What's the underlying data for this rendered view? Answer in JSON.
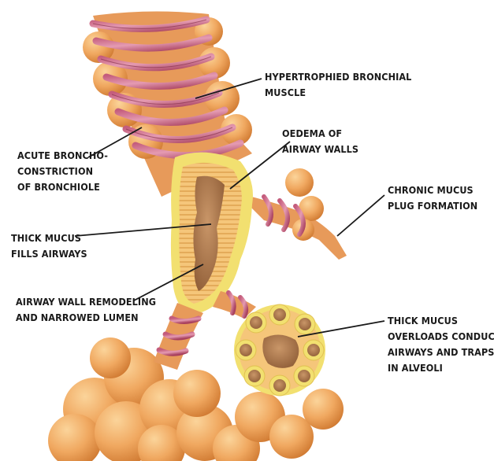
{
  "labels": {
    "hypertrophied_muscle": [
      "HYPERTROPHIED BRONCHIAL",
      "MUSCLE"
    ],
    "oedema": [
      "OEDEMA OF",
      "AIRWAY WALLS"
    ],
    "acute_bronchoconstriction": [
      "ACUTE BRONCHO-",
      "CONSTRICTION",
      "OF BRONCHIOLE"
    ],
    "chronic_mucus": [
      "CHRONIC MUCUS",
      "PLUG FORMATION"
    ],
    "thick_mucus_fills": [
      "THICK MUCUS",
      "FILLS AIRWAYS"
    ],
    "wall_remodeling": [
      "AIRWAY WALL REMODELING",
      "AND NARROWED LUMEN"
    ],
    "thick_mucus_overloads": [
      "THICK MUCUS",
      "OVERLOADS CONDUCTING",
      "AIRWAYS AND TRAPS AIR",
      "IN ALVEOLI"
    ]
  },
  "colors": {
    "alveoli": "#f0a860",
    "alveoli_shade": "#d9843a",
    "muscle": "#b04a68",
    "muscle_light": "#d982a0",
    "wall_yellow": "#f2e070",
    "lumen_tissue": "#e8b45a",
    "mucus": "#a8744a",
    "leader_line": "#1a1a1a"
  }
}
